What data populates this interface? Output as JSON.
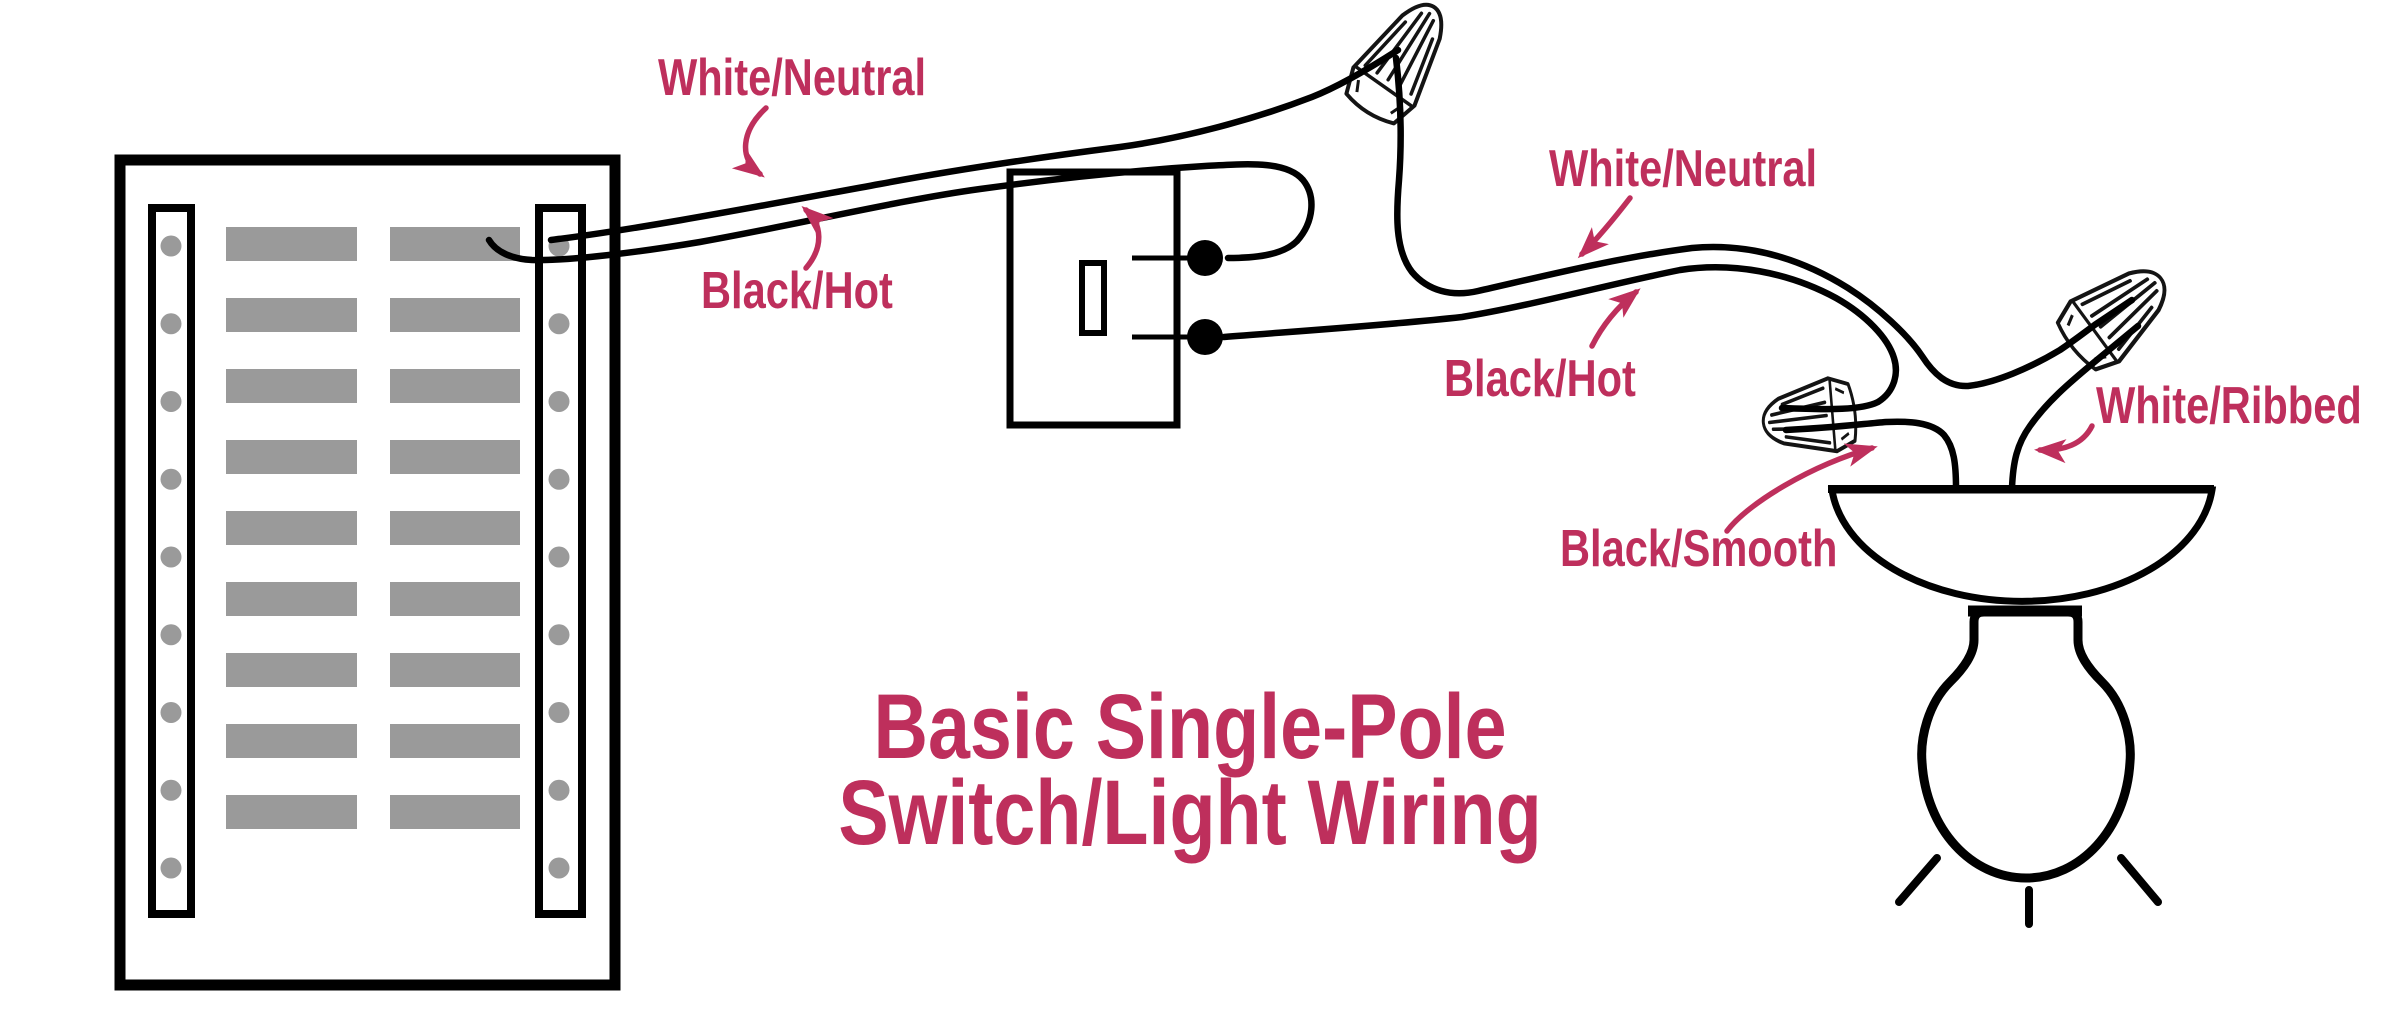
{
  "title": {
    "line1": "Basic Single-Pole",
    "line2": "Switch/Light Wiring"
  },
  "wire_labels": {
    "panel_neutral": "White/Neutral",
    "panel_hot": "Black/Hot",
    "feed_neutral": "White/Neutral",
    "feed_hot": "Black/Hot",
    "fixture_lead_hot": "Black/Smooth",
    "fixture_lead_neutral": "White/Ribbed"
  },
  "colors": {
    "accent": "#BE2F5C",
    "line": "#000000",
    "breaker_gray": "#9A9A9A"
  },
  "panel": {
    "breaker_rows": 9,
    "rail_screws_per_side": 9
  }
}
